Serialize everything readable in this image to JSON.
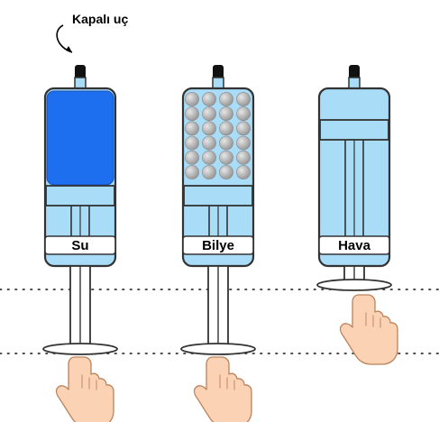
{
  "annotation": {
    "closed_end_label": "Kapalı uç"
  },
  "syringes": [
    {
      "label": "Su",
      "contents": "water"
    },
    {
      "label": "Bilye",
      "contents": "balls"
    },
    {
      "label": "Hava",
      "contents": "air"
    }
  ],
  "colors": {
    "water": "#1e6ff0",
    "barrel": "#a8dcf7",
    "barrel_dark": "#7fc9f1",
    "outline": "#333333",
    "ball": "#b9b9b9",
    "skin": "#fbd3b4",
    "skin_shadow": "#f0b48c"
  },
  "icons": [
    "pointing-hand-icon",
    "curved-arrow-icon"
  ]
}
